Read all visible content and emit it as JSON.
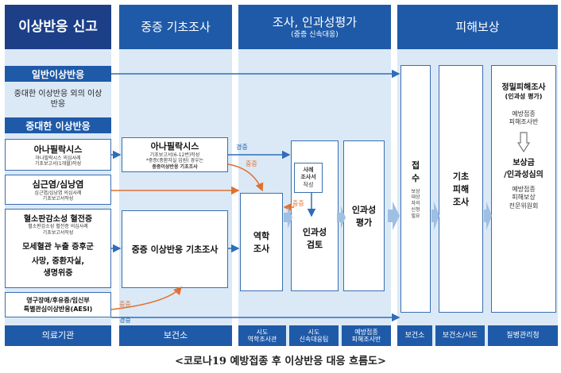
{
  "headers": {
    "col1": "이상반응 신고",
    "col2": "중증 기초조사",
    "col3_title": "조사, 인과성평가",
    "col3_sub": "(중증 신속대응)",
    "col4": "피해보상"
  },
  "left": {
    "general_bar": "일반이상반응",
    "non_serious_text": "중대한 이상반응 외의 이상반응",
    "serious_bar": "중대한 이상반응",
    "anaphylaxis_title": "아나필락시스",
    "anaphylaxis_sub": [
      "아나필락시스 의심사례",
      "기초보고서(1개월)작성"
    ],
    "myocarditis_title": "심근염/심낭염",
    "myocarditis_sub": [
      "심근염/심낭염 의심사례",
      "기초보고서작성"
    ],
    "ttp_title": "혈소판감소성 혈전증",
    "ttp_sub": [
      "혈소판감소성 혈전증 의심사례",
      "기초보고서작성"
    ],
    "cls_title": "모세혈관 누출 증후군",
    "death_title": "사망, 중환자실,",
    "death_title2": "생명위중",
    "permanent_title": "영구장애/후유증/임신부",
    "permanent_title2": "특별관심이상반응(AESI)"
  },
  "middle": {
    "anaphylaxis_title": "아나필락시스",
    "anaphylaxis_sub": [
      "기초보고서(6-12번)작성",
      "*중증(중환자실 입원) 경우는",
      "중증이상반응 기초조사"
    ],
    "basic_survey": "중증 이상반응 기초조사"
  },
  "col3": {
    "case_report": [
      "사례",
      "조사서",
      "작성"
    ],
    "epi": [
      "역학",
      "조사"
    ],
    "causality_review": [
      "인과성",
      "검토"
    ],
    "causality_eval": [
      "인과성",
      "평가"
    ]
  },
  "col4": {
    "receipt_title": [
      "접",
      "수"
    ],
    "receipt_sub": [
      "보상",
      "대상",
      "자의",
      "신청",
      "필요"
    ],
    "basic_damage": [
      "기초",
      "피해",
      "조사"
    ],
    "precise_title": "정밀피해조사",
    "precise_sub": "(인과성 평가)",
    "precise_team": [
      "예방접종",
      "피해조사반"
    ],
    "comp_title": [
      "보상금",
      "/인과성심의"
    ],
    "comp_sub": [
      "예방접종",
      "피해보상",
      "전문위원회"
    ]
  },
  "labels": {
    "severe": "중증",
    "light": "경증"
  },
  "footers": {
    "f1": "의료기관",
    "f2": "보건소",
    "f3a": [
      "시도",
      "역학조사관"
    ],
    "f3b": [
      "시도",
      "신속대응팀"
    ],
    "f3c": [
      "예방접종",
      "피해조사반"
    ],
    "f4a": "보건소",
    "f4b": "보건소/시도",
    "f4c": "질병관리청"
  },
  "caption": "<코로나19 예방접종 후 이상반응 대응 흐름도>",
  "colors": {
    "primary": "#1f5aa8",
    "band": "#dbe9f6",
    "arrow_blue": "#2f6db8",
    "arrow_orange": "#e07030"
  }
}
